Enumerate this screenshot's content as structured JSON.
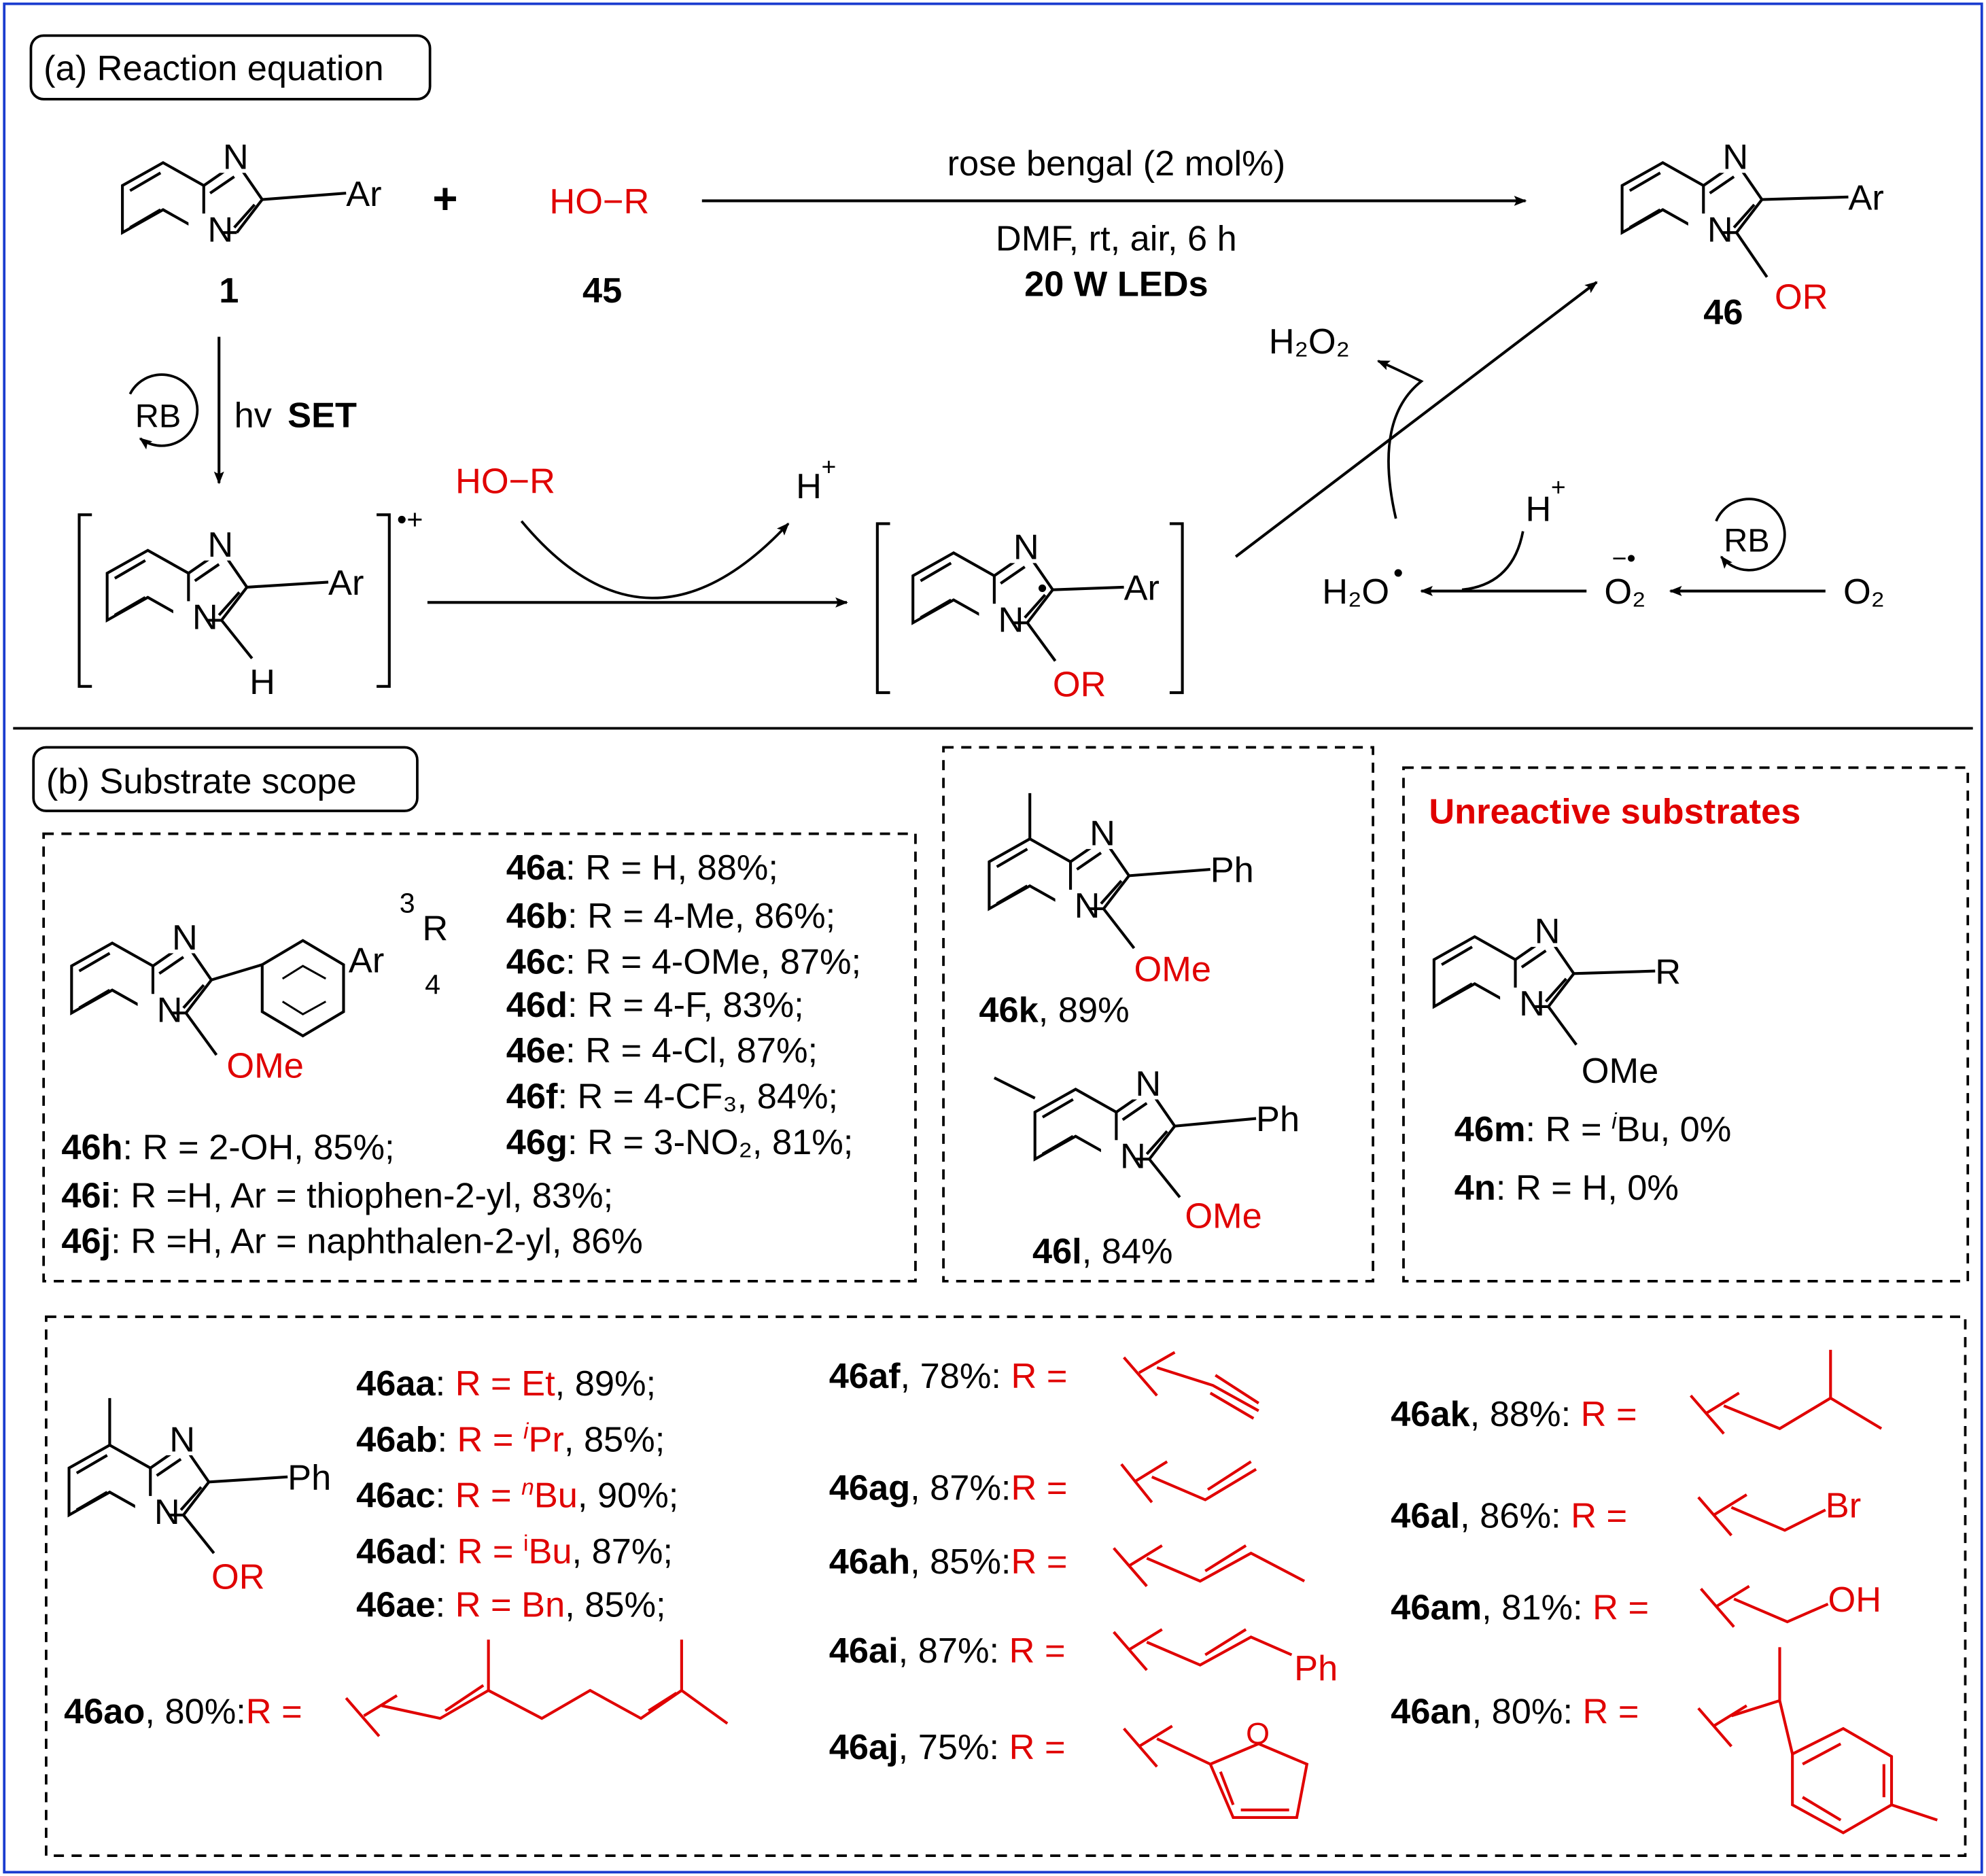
{
  "colors": {
    "frame": "#1a3ccf",
    "text": "#000000",
    "accent": "#e00000"
  },
  "sectionA": {
    "title": "(a) Reaction equation",
    "cmpd1": {
      "id": "1",
      "N_top": "N",
      "N_bridge": "N",
      "Ar": "Ar"
    },
    "plus": "+",
    "cmpd45": {
      "id": "45",
      "formula": "HO−R"
    },
    "conditions": {
      "line1": "rose bengal (2 mol%)",
      "line2": "DMF,  rt, air, 6 h",
      "line3": "20 W LEDs"
    },
    "cmpd46": {
      "id": "46",
      "N_top": "N",
      "N_bridge": "N",
      "Ar": "Ar",
      "OR": "OR"
    },
    "set": {
      "rb": "RB",
      "hv": "hv",
      "set": "SET"
    },
    "radicalCation": {
      "N_top": "N",
      "N_bridge": "N",
      "Ar": "Ar",
      "H": "H",
      "charge": "•+"
    },
    "hor2": "HO−R",
    "hplus1": "H",
    "hplus1_sup": "+",
    "intermediate": {
      "N_top": "N",
      "N_bridge": "N",
      "Ar": "Ar",
      "OR": "OR",
      "dot": "•"
    },
    "h2o2": "H₂O₂",
    "h2o_dot": "H₂O",
    "hplus2": "H",
    "hplus2_sup": "+",
    "o2_radical": "O₂",
    "o2_radical_sup": "−•",
    "rb2": "RB",
    "o2": "O₂"
  },
  "sectionB": {
    "title": "(b) Substrate scope",
    "box1": {
      "N_top": "N",
      "N_bridge": "N",
      "OMe": "OMe",
      "Ar": "Ar",
      "R": "R",
      "pos3": "3",
      "pos4": "4",
      "entries": [
        {
          "id": "46a",
          "text": ": R = H, 88%;"
        },
        {
          "id": "46b",
          "text": ": R = 4-Me, 86%;"
        },
        {
          "id": "46c",
          "text": ": R = 4-OMe, 87%;"
        },
        {
          "id": "46d",
          "text": ": R = 4-F,  83%;"
        },
        {
          "id": "46e",
          "text": ": R = 4-Cl, 87%;"
        },
        {
          "id": "46f",
          "text": ": R = 4-CF₃, 84%;"
        },
        {
          "id": "46g",
          "text": ": R = 3-NO₂, 81%;"
        },
        {
          "id": "46h",
          "text": ": R = 2-OH, 85%;"
        },
        {
          "id": "46i",
          "text": ": R =H, Ar = thiophen-2-yl, 83%;"
        },
        {
          "id": "46j",
          "text": ": R =H, Ar = naphthalen-2-yl, 86%"
        }
      ]
    },
    "box2": {
      "k": {
        "id": "46k",
        "text": ", 89%",
        "N_top": "N",
        "N_bridge": "N",
        "Ph": "Ph",
        "OMe": "OMe"
      },
      "l": {
        "id": "46l",
        "text": ", 84%",
        "N_top": "N",
        "N_bridge": "N",
        "Ph": "Ph",
        "OMe": "OMe"
      }
    },
    "box3": {
      "title": "Unreactive substrates",
      "N_top": "N",
      "N_bridge": "N",
      "R": "R",
      "OMe": "OMe",
      "m": {
        "id": "46m",
        "pre": ": R = ",
        "sup": "i",
        "post": "Bu, 0%"
      },
      "n": {
        "id": "4n",
        "text": ": R = H, 0%"
      }
    },
    "box4": {
      "N_top": "N",
      "N_bridge": "N",
      "Ph": "Ph",
      "OR": "OR",
      "left": [
        {
          "id": "46aa",
          "pre": "R = ",
          "sup": "",
          "post": "Et",
          "tail": ", 89%;"
        },
        {
          "id": "46ab",
          "pre": "R = ",
          "sup": "i",
          "post": "Pr",
          "tail": ", 85%;"
        },
        {
          "id": "46ac",
          "pre": "R = ",
          "sup": "n",
          "post": "Bu",
          "tail": ", 90%;"
        },
        {
          "id": "46ad",
          "pre": "R = ",
          "sup": "i",
          "post": "Bu",
          "tail": ", 87%;"
        },
        {
          "id": "46ae",
          "pre": "R = ",
          "sup": "",
          "post": "Bn",
          "tail": ", 85%;"
        }
      ],
      "ao": {
        "id": "46ao",
        "text": ", 80%:",
        "r": "R ="
      },
      "mid": [
        {
          "id": "46af",
          "text": ", 78%:",
          "r": "R ="
        },
        {
          "id": "46ag",
          "text": ", 87%:",
          "r": "R ="
        },
        {
          "id": "46ah",
          "text": ", 85%:",
          "r": "R ="
        },
        {
          "id": "46ai",
          "text": ", 87%:",
          "r": "R =",
          "extra": "Ph"
        },
        {
          "id": "46aj",
          "text": ", 75%:",
          "r": "R ="
        }
      ],
      "right": [
        {
          "id": "46ak",
          "text": ", 88%:",
          "r": "R ="
        },
        {
          "id": "46al",
          "text": ", 86%:",
          "r": "R =",
          "extra": "Br"
        },
        {
          "id": "46am",
          "text": ", 81%:",
          "r": "R =",
          "extra": "OH"
        },
        {
          "id": "46an",
          "text": ", 80%:",
          "r": "R ="
        }
      ]
    }
  }
}
